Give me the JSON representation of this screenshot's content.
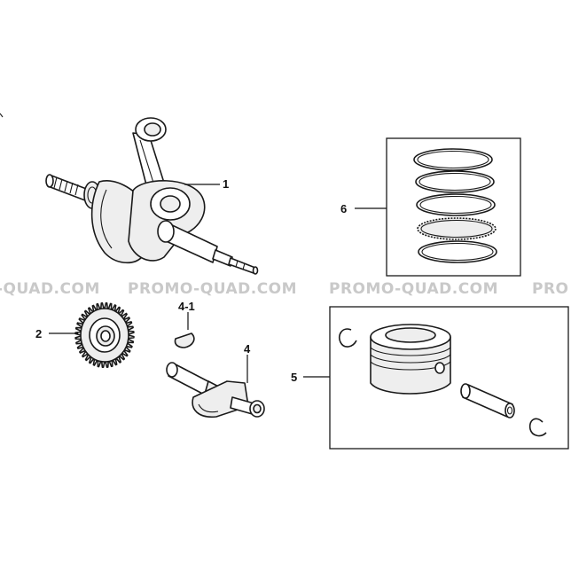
{
  "watermark": {
    "text_1": "-QUAD.COM",
    "text_2": "PROMO-QUAD.COM",
    "text_3": "PROMO-QUAD.COM",
    "text_4": "PRO"
  },
  "callouts": {
    "crankshaft": "1",
    "drive_gear": "2",
    "balancer_shaft": "4",
    "woodruff_key": "4-1",
    "piston_kit": "5",
    "piston_rings": "6"
  },
  "colors": {
    "line": "#1a1a1a",
    "watermark": "#c9c9c9",
    "background": "#ffffff"
  }
}
